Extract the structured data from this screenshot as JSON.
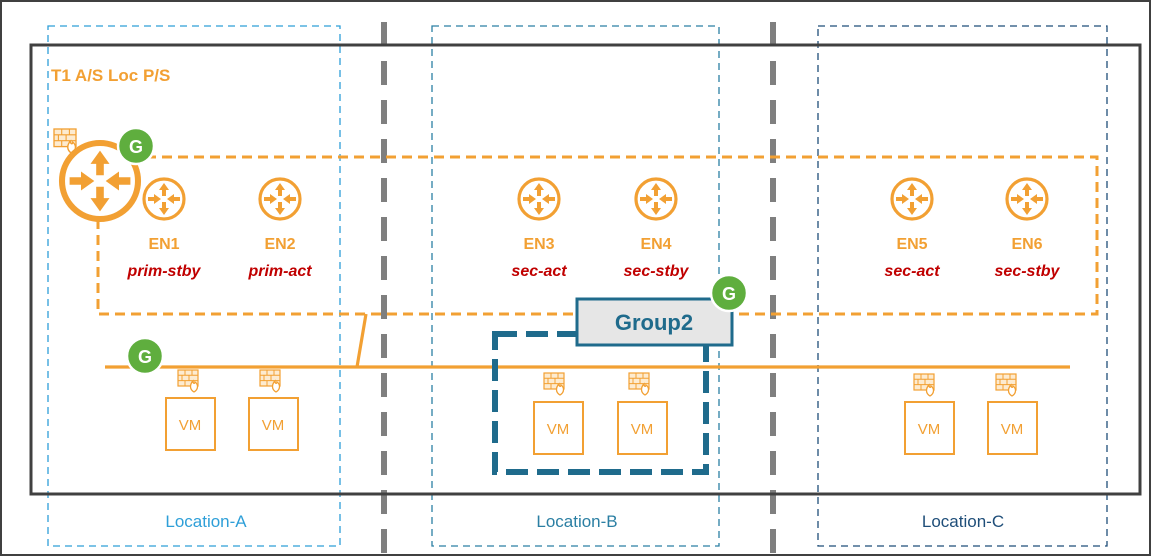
{
  "title": "T1 A/S Loc P/S",
  "group_label": "Group2",
  "gateway_badge": "G",
  "vm_label": "VM",
  "locations": [
    {
      "name": "Location-A",
      "color": "#2e9fd8"
    },
    {
      "name": "Location-B",
      "color": "#2b7fa3"
    },
    {
      "name": "Location-C",
      "color": "#1f4e79"
    }
  ],
  "edge_nodes": [
    {
      "name": "EN1",
      "role": "prim-stby"
    },
    {
      "name": "EN2",
      "role": "prim-act"
    },
    {
      "name": "EN3",
      "role": "sec-act"
    },
    {
      "name": "EN4",
      "role": "sec-stby"
    },
    {
      "name": "EN5",
      "role": "sec-act"
    },
    {
      "name": "EN6",
      "role": "sec-stby"
    }
  ],
  "colors": {
    "orange": "#f2a033",
    "role_red": "#c00000",
    "green": "#5fae3e",
    "group_blue": "#1f6b8c",
    "frame": "#404040",
    "separator": "#7f7f7f"
  }
}
